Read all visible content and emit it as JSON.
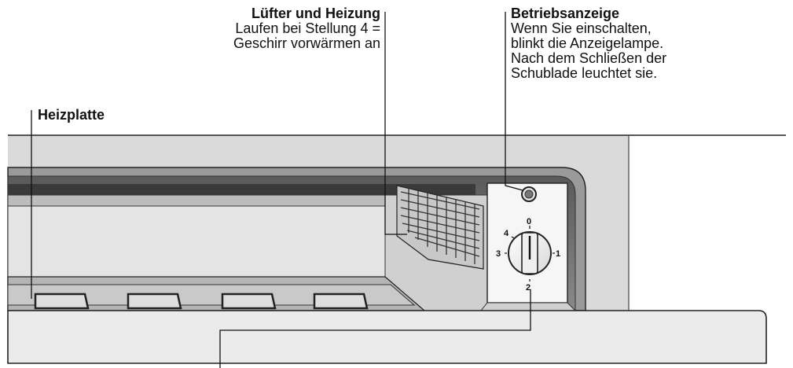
{
  "labels": {
    "fan_heating": {
      "title": "Lüfter und Heizung",
      "lines": [
        "Laufen bei Stellung 4 =",
        "Geschirr vorwärmen an"
      ]
    },
    "indicator": {
      "title": "Betriebsanzeige",
      "lines": [
        "Wenn Sie einschalten,",
        "blinkt die Anzeigelampe.",
        "Nach dem Schließen der",
        "Schublade leuchtet sie."
      ]
    },
    "hotplate": {
      "title": "Heizplatte"
    }
  },
  "dial": {
    "marks": [
      "0",
      "1",
      "2",
      "3",
      "4"
    ]
  }
}
